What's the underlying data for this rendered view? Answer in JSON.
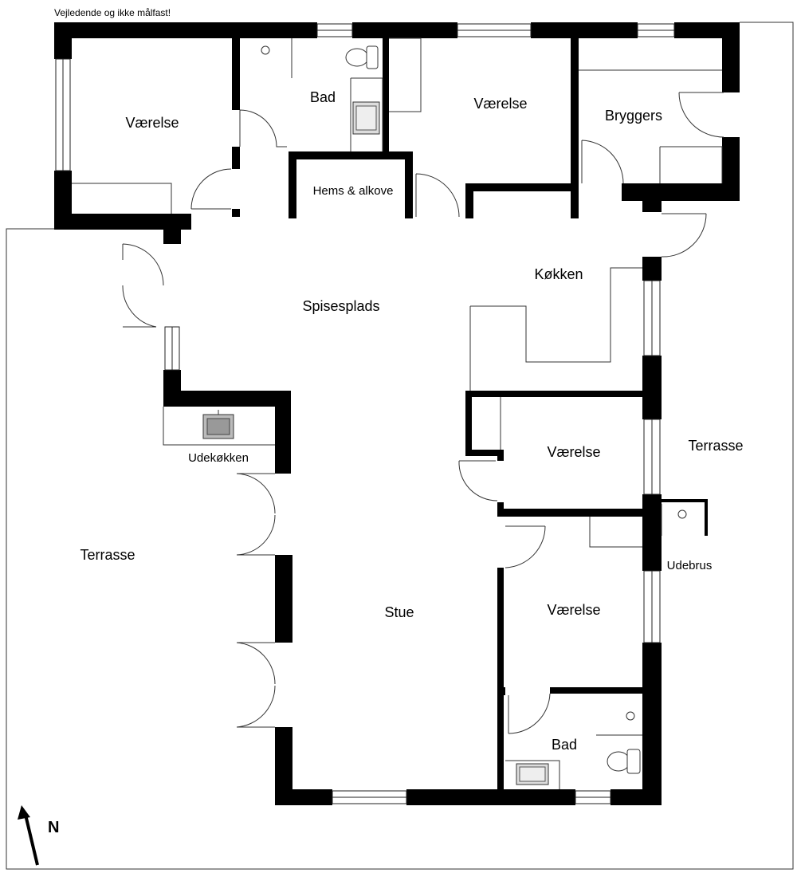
{
  "disclaimer": "Vejledende og ikke målfast!",
  "rooms": {
    "vaerelse_nw": "Værelse",
    "bad_north": "Bad",
    "hems_alkove": "Hems & alkove",
    "vaerelse_north": "Værelse",
    "bryggers": "Bryggers",
    "koekken": "Køkken",
    "spiseplads": "Spisesplads",
    "udekoekken": "Udekøkken",
    "terrasse_west": "Terrasse",
    "terrasse_east": "Terrasse",
    "vaerelse_east1": "Værelse",
    "vaerelse_east2": "Værelse",
    "udebrus": "Udebrus",
    "stue": "Stue",
    "bad_south": "Bad"
  },
  "compass": {
    "label": "N"
  }
}
